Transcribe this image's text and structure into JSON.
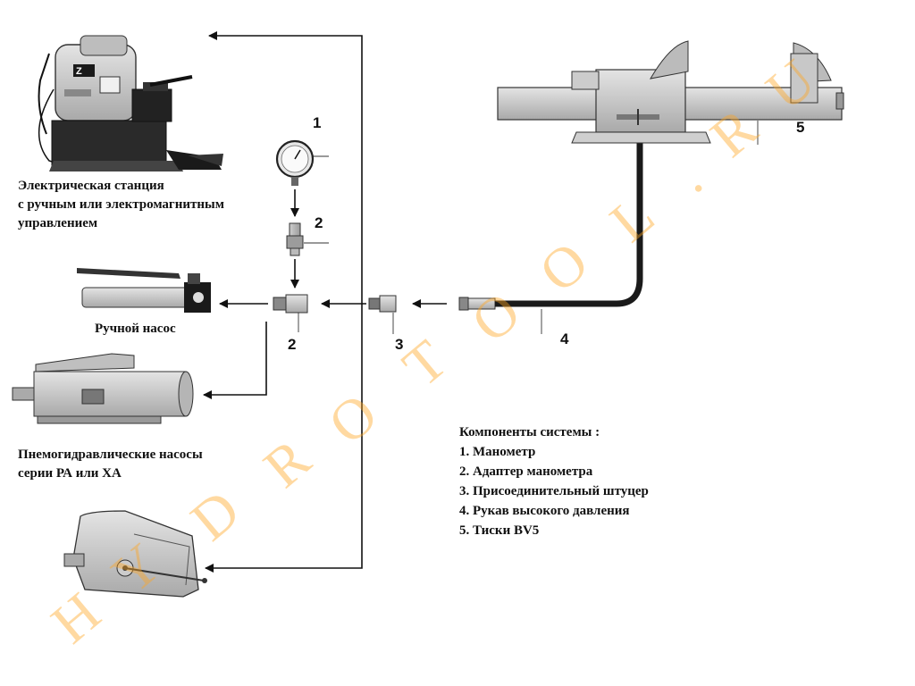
{
  "captions": {
    "electric_station": [
      "Электрическая станция",
      "с ручным или электромагнитным",
      "управлением"
    ],
    "hand_pump": "Ручной насос",
    "pneumo_pumps": [
      "Пнемогидравлические насосы",
      "серии РА или ХА"
    ]
  },
  "callouts": {
    "gauge": "1",
    "adapter_top": "2",
    "adapter_bottom": "2",
    "fitting": "3",
    "hose": "4",
    "vise": "5"
  },
  "legend": {
    "title": "Компоненты системы :",
    "items": [
      "1. Манометр",
      "2. Адаптер манометра",
      "3. Присоединительный штуцер",
      "4. Рукав высокого давления",
      "5. Тиски BV5"
    ]
  },
  "pump_display_text": "Z",
  "watermark": {
    "letters": [
      "H",
      "Y",
      "D",
      "R",
      "O",
      "T",
      "O",
      "O",
      "L",
      ".",
      "R",
      "U"
    ],
    "color": "#ffa51e"
  }
}
